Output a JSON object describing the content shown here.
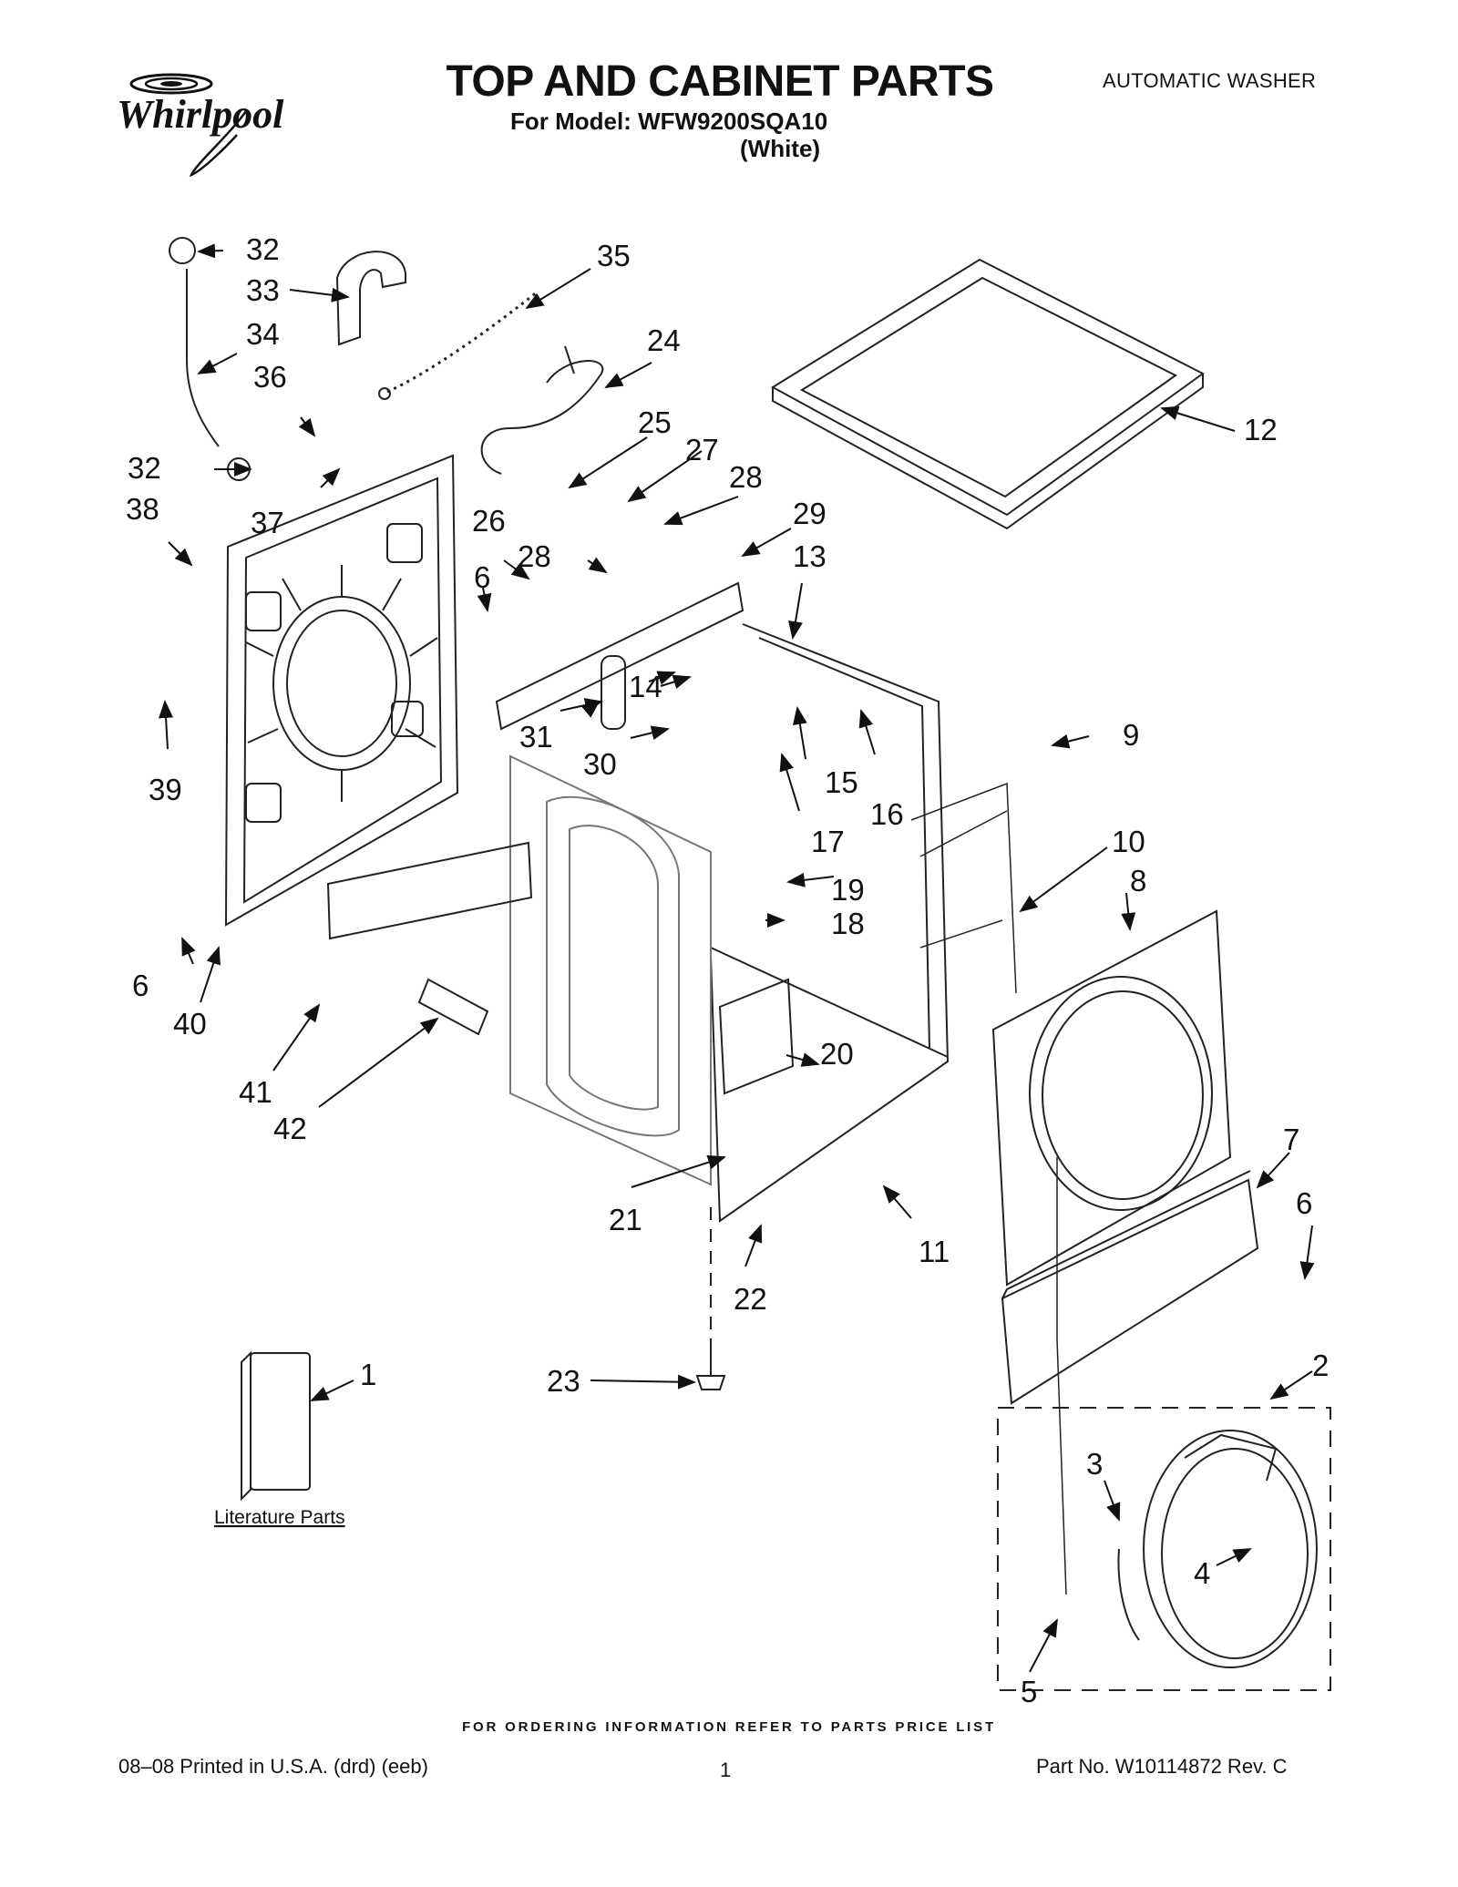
{
  "header": {
    "brand": "Whirlpool",
    "title": "TOP AND CABINET PARTS",
    "model_line": "For Model: WFW9200SQA10",
    "color_line": "(White)",
    "product_type": "AUTOMATIC WASHER"
  },
  "diagram": {
    "literature_label": "Literature Parts",
    "callouts": {
      "c1": "1",
      "c2": "2",
      "c3": "3",
      "c4": "4",
      "c5": "5",
      "c6a": "6",
      "c6b": "6",
      "c6c": "6",
      "c7": "7",
      "c8": "8",
      "c9": "9",
      "c10": "10",
      "c11": "11",
      "c12": "12",
      "c13": "13",
      "c14": "14",
      "c15": "15",
      "c16": "16",
      "c17": "17",
      "c18": "18",
      "c19": "19",
      "c20": "20",
      "c21": "21",
      "c22": "22",
      "c23": "23",
      "c24": "24",
      "c25": "25",
      "c26": "26",
      "c27": "27",
      "c28a": "28",
      "c28b": "28",
      "c29": "29",
      "c30": "30",
      "c31": "31",
      "c32a": "32",
      "c32b": "32",
      "c33": "33",
      "c34": "34",
      "c35": "35",
      "c36": "36",
      "c37": "37",
      "c38": "38",
      "c39": "39",
      "c40": "40",
      "c41": "41",
      "c42": "42"
    }
  },
  "footer": {
    "ordering_note": "FOR ORDERING INFORMATION REFER TO PARTS PRICE LIST",
    "print_info": "08–08 Printed in U.S.A. (drd) (eeb)",
    "page_number": "1",
    "part_number": "Part No. W10114872 Rev. C"
  }
}
